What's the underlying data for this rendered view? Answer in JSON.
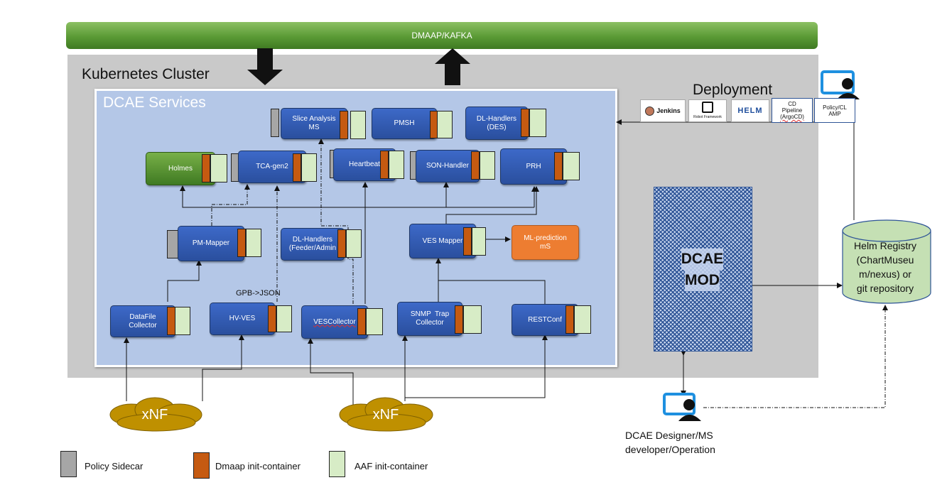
{
  "bus": {
    "label": "DMAAP/KAFKA"
  },
  "cluster": {
    "label": "Kubernetes Cluster"
  },
  "dcae": {
    "label": "DCAE Services"
  },
  "services": {
    "slice_analysis": [
      "Slice Analysis",
      "MS"
    ],
    "pmsh": "PMSH",
    "dl_des": [
      "DL-Handlers",
      "(DES)"
    ],
    "holmes": "Holmes",
    "tca": "TCA-gen2",
    "heartbeat": "Heartbeat",
    "son": "SON-Handler",
    "prh": "PRH",
    "pm_mapper": "PM-Mapper",
    "dl_feeder": [
      "DL-Handlers",
      "(Feeder/Admin"
    ],
    "ves_mapper": "VES Mapper",
    "ml_prediction": [
      "ML-prediction",
      "mS"
    ],
    "datafile": [
      "DataFile",
      "Collector"
    ],
    "hv_ves": "HV-VES",
    "ves_collector": "VESCollector",
    "snmp": [
      "SNMP  Trap",
      "Collector"
    ],
    "restconf": "RESTConf"
  },
  "gpb_note": "GPB->JSON",
  "mod": {
    "line1": "DCAE",
    "line2": "MOD"
  },
  "registry": {
    "line1": "Helm Registry",
    "line2": "(ChartMuseu",
    "line3": "m/nexus) or",
    "line4": "git repository"
  },
  "deployment": {
    "label": "Deployment",
    "tools": {
      "jenkins": "Jenkins",
      "robot": "Robot Framework",
      "helm": "HELM",
      "cd": [
        "CD",
        "Pipeline",
        "(ArgoCD)"
      ],
      "policy": [
        "Policy/CL",
        "AMP"
      ]
    }
  },
  "xnf": {
    "left": "xNF",
    "right": "xNF"
  },
  "designer": {
    "line1": "DCAE Designer/MS",
    "line2": "developer/Operation"
  },
  "legend": {
    "policy": "Policy Sidecar",
    "dmaap": "Dmaap init-container",
    "aaf": "AAF init-container"
  },
  "colors": {
    "bus": "#5a9a35",
    "service": "#2f5bb8",
    "policy_sidecar": "#a6a6a6",
    "dmaap_container": "#c55a11",
    "aaf_container": "#d7ecc6",
    "registry": "#c5e0b4",
    "ml_prediction": "#ed7d31",
    "xnf_cloud": "#bf9000"
  }
}
